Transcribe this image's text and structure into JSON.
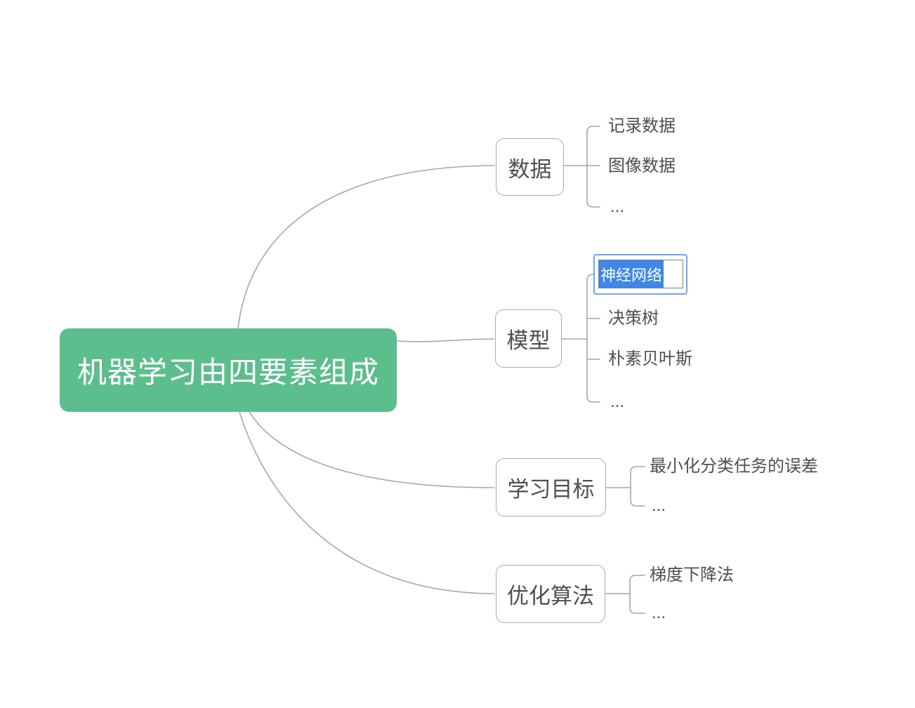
{
  "app": {
    "type": "mindmap",
    "background": "#ffffff"
  },
  "colors": {
    "root_fill": "#5cbe8c",
    "root_text": "#ffffff",
    "node_border": "#ababab",
    "node_text": "#4f4f4f",
    "connector": "#a6a6a6",
    "edit_focus_border": "#6ca6f2",
    "edit_field_border": "#7e7e7e",
    "selection_fill": "#3e86e8",
    "selection_text": "#ffffff"
  },
  "root": {
    "label": "机器学习由四要素组成"
  },
  "branches": [
    {
      "label": "数据",
      "children": [
        {
          "label": "记录数据"
        },
        {
          "label": "图像数据"
        },
        {
          "label": "..."
        }
      ]
    },
    {
      "label": "模型",
      "children": [
        {
          "label": "神经网络",
          "state": "editing-selected"
        },
        {
          "label": "决策树"
        },
        {
          "label": "朴素贝叶斯"
        },
        {
          "label": "..."
        }
      ]
    },
    {
      "label": "学习目标",
      "children": [
        {
          "label": "最小化分类任务的误差"
        },
        {
          "label": "..."
        }
      ]
    },
    {
      "label": "优化算法",
      "children": [
        {
          "label": "梯度下降法"
        },
        {
          "label": "..."
        }
      ]
    }
  ]
}
